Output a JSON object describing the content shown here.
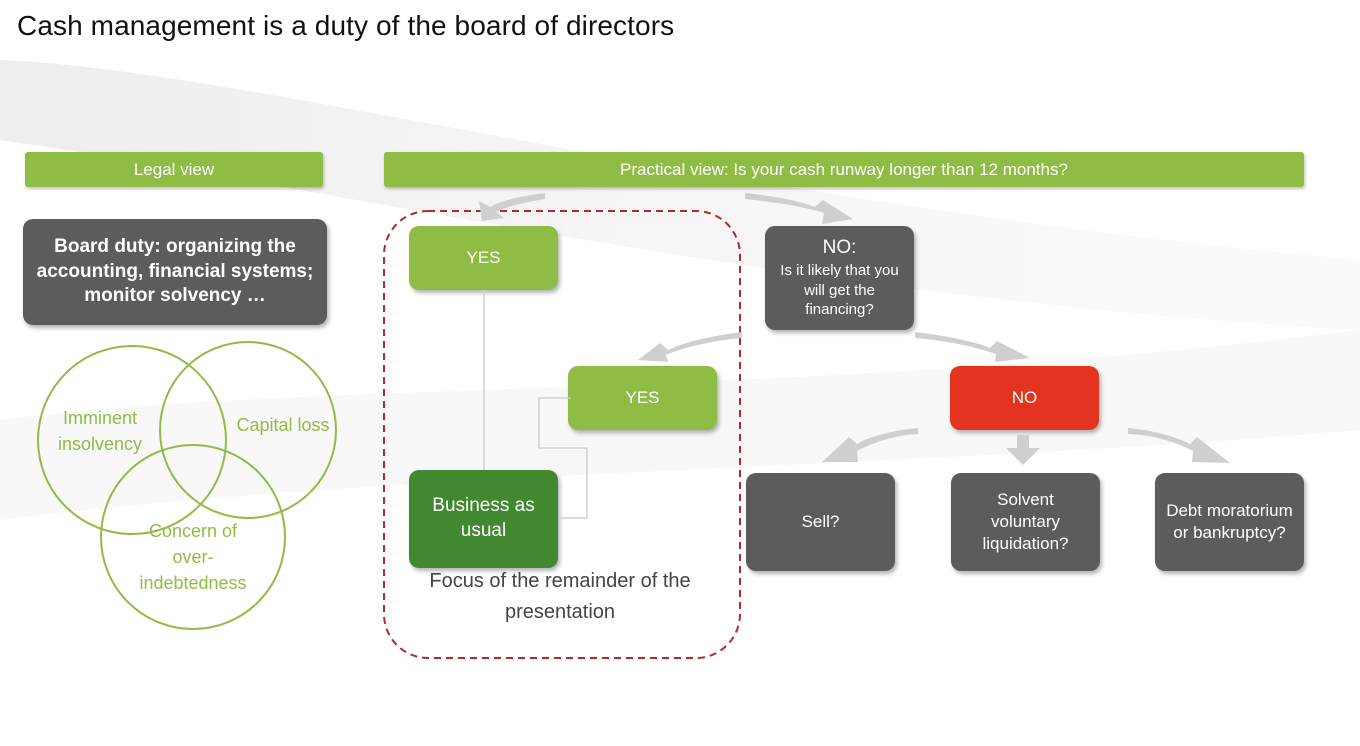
{
  "title": "Cash management is a duty of the board of directors",
  "legal_view": {
    "header": "Legal view",
    "board_duty": "Board duty: organizing the accounting, financial systems; monitor solvency …",
    "venn": {
      "left": "Imminent insolvency",
      "right": "Capital loss",
      "bottom": "Concern of over-indebtedness"
    }
  },
  "practical_view": {
    "header": "Practical view: Is your cash runway longer than 12 months?",
    "yes_top": "YES",
    "yes_middle": "YES",
    "business_as_usual": "Business as usual",
    "focus_note": "Focus of the remainder of the presentation",
    "no_question": {
      "title": "NO:",
      "body": "Is it likely that you will get the financing?"
    },
    "no": "NO",
    "outcomes": {
      "sell": "Sell?",
      "liquidation": "Solvent voluntary liquidation?",
      "bankruptcy": "Debt moratorium or bankruptcy?"
    }
  },
  "colors": {
    "green": "#8fbc45",
    "dark_green": "#418830",
    "grey": "#5c5c5f",
    "red": "#e53322",
    "dashed_border": "#b02a2a"
  }
}
